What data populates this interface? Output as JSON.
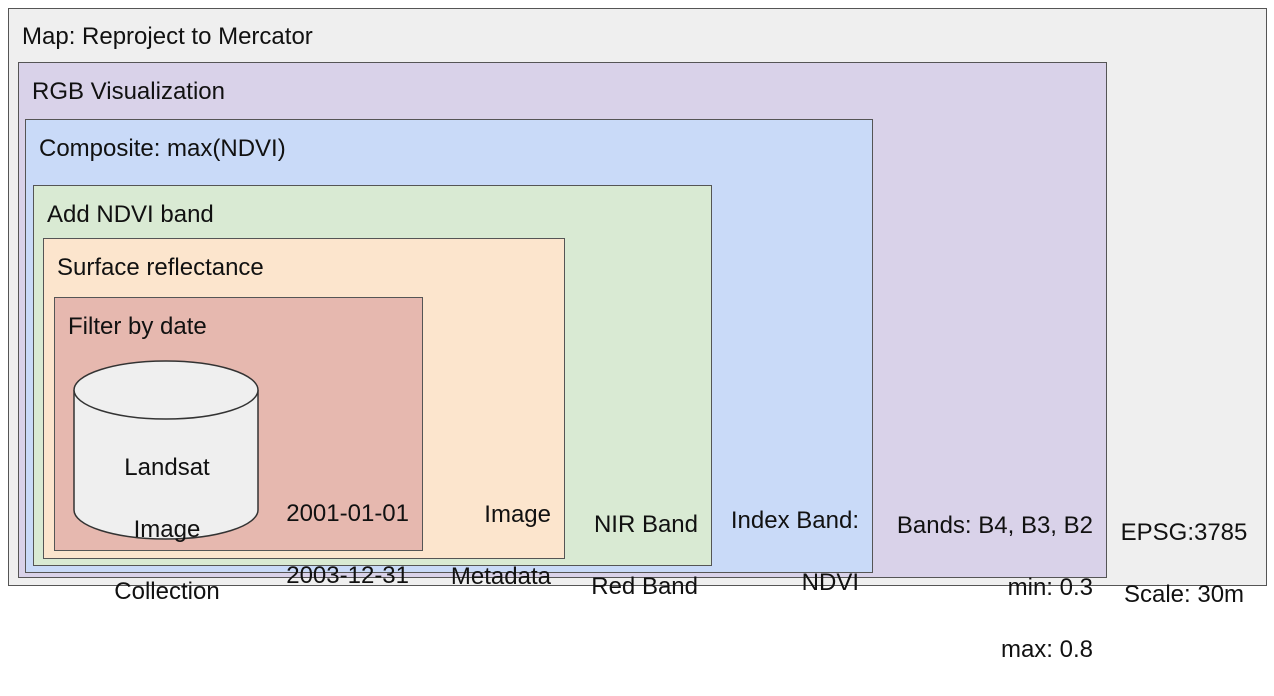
{
  "map": {
    "title": "Map: Reproject to Mercator",
    "projection": "EPSG:3785",
    "scale": "Scale: 30m",
    "color": "#efefef"
  },
  "rgb": {
    "title": "RGB Visualization",
    "bands": "Bands: B4, B3, B2",
    "min": "min: 0.3",
    "max": "max: 0.8",
    "color": "#d9d2e9"
  },
  "composite": {
    "title": "Composite: max(NDVI)",
    "index_band_line1": "Index Band:",
    "index_band_line2": "NDVI",
    "color": "#c9daf8"
  },
  "ndvi": {
    "title": "Add NDVI band",
    "nir_band": "NIR Band",
    "red_band": "Red Band",
    "color": "#d9ead3"
  },
  "reflectance": {
    "title": "Surface reflectance",
    "metadata_line1": "Image",
    "metadata_line2": "Metadata",
    "color": "#fce5cd"
  },
  "filter": {
    "title": "Filter by date",
    "start_date": "2001-01-01",
    "end_date": "2003-12-31",
    "color": "#e6b8af"
  },
  "collection": {
    "label_line1": "Landsat",
    "label_line2": "Image",
    "label_line3": "Collection",
    "color": "#efefef"
  }
}
